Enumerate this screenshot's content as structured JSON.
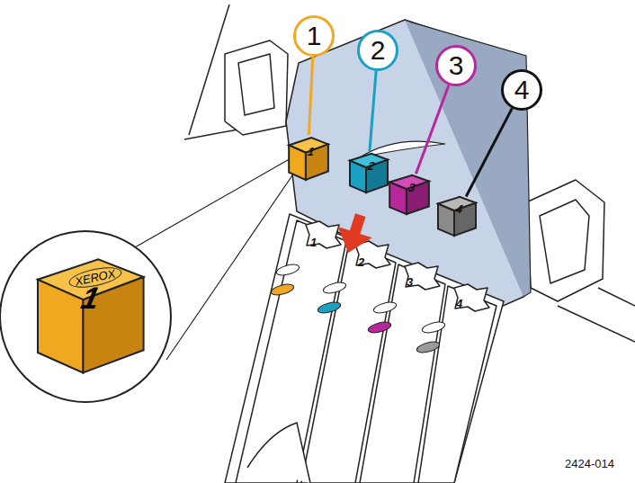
{
  "diagram": {
    "nodes": [
      {
        "text": [
          "1"
        ]
      },
      {
        "text": [
          "2"
        ]
      },
      {
        "text": [
          "3"
        ]
      },
      {
        "text": [
          "4"
        ]
      },
      {
        "text": [
          "1"
        ]
      },
      {
        "text": [
          "2"
        ]
      },
      {
        "text": [
          "3"
        ]
      },
      {
        "text": [
          "4"
        ]
      },
      {
        "text": [
          "XEROX",
          "1"
        ]
      }
    ],
    "edges": [
      {
        "from": 0,
        "to": 4,
        "arrow": "none"
      },
      {
        "from": 1,
        "to": 5,
        "arrow": "none"
      },
      {
        "from": 2,
        "to": 6,
        "arrow": "none"
      },
      {
        "from": 3,
        "to": 7,
        "arrow": "none"
      }
    ],
    "labels": [
      "1",
      "2",
      "3",
      "4",
      "2424-014"
    ]
  }
}
